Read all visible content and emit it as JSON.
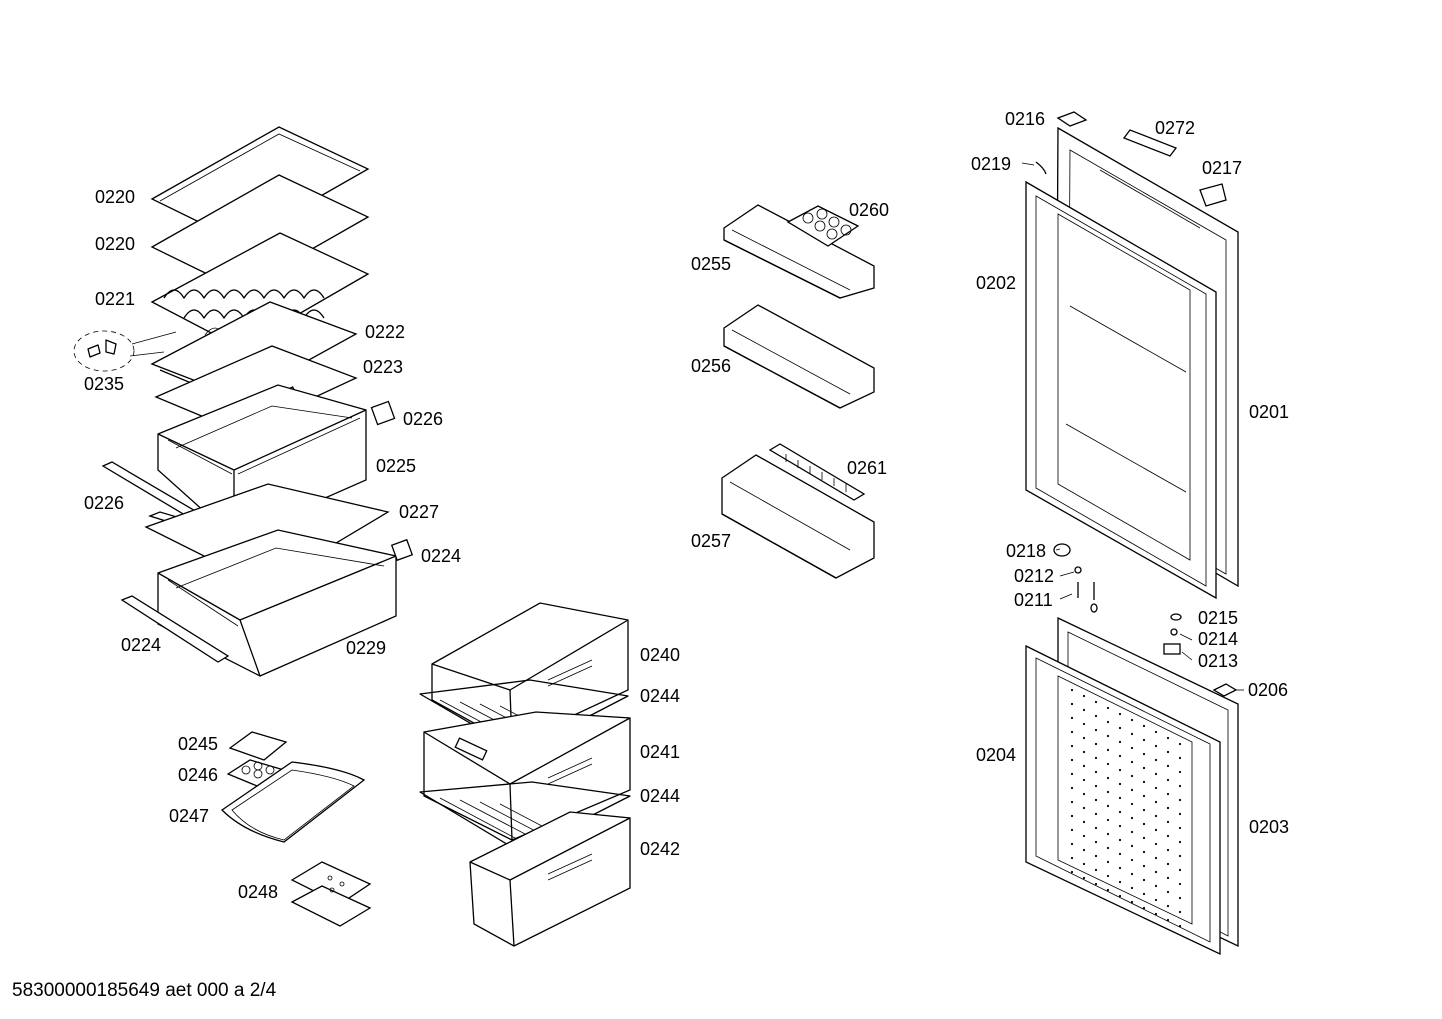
{
  "diagram": {
    "part_labels": [
      "0220",
      "0220",
      "0221",
      "0222",
      "0223",
      "0235",
      "0226",
      "0225",
      "0226",
      "0227",
      "0224",
      "0224",
      "0229",
      "0240",
      "0244",
      "0241",
      "0244",
      "0242",
      "0245",
      "0246",
      "0247",
      "0248",
      "0255",
      "0260",
      "0256",
      "0261",
      "0257",
      "0216",
      "0272",
      "0219",
      "0217",
      "0202",
      "0201",
      "0218",
      "0212",
      "0211",
      "0215",
      "0214",
      "0213",
      "0206",
      "0204",
      "0203"
    ]
  },
  "footer": {
    "code": "58300000185649 aet 000 a 2/4"
  }
}
